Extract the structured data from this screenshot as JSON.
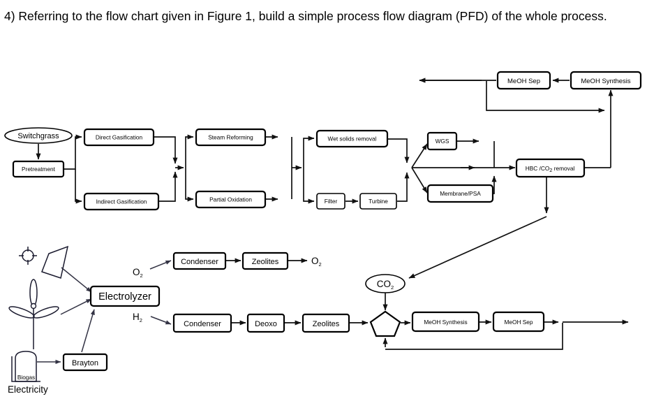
{
  "question": {
    "number": "4)",
    "text": "4) Referring to the flow chart given in Figure 1, build a simple process flow diagram (PFD) of the whole process."
  },
  "diagram": {
    "type": "process-flow-diagram",
    "title": "",
    "colors": {
      "background": "#ffffff",
      "stroke": "#000000",
      "icon_stroke": "#1a1a2e",
      "flow_line": "#111111"
    },
    "nodes": {
      "switchgrass": "Switchgrass",
      "pretreatment": "Pretreatment",
      "direct_gasification": "Direct Gasification",
      "indirect_gasification": "Indirect Gasification",
      "steam_reforming": "Steam Reforming",
      "partial_oxidation": "Partial Oxidation",
      "wet_solids_removal": "Wet solids removal",
      "filter": "Filter",
      "turbine": "Turbine",
      "wgs": "WGS",
      "membrane_psa": "Membrane/PSA",
      "hbc_co2_removal_part1": "HBC /CO",
      "hbc_co2_removal_sub": "2",
      "hbc_co2_removal_part2": "removal",
      "meoh_sep_top": "MeOH Sep",
      "meoh_synthesis_top": "MeOH Synthesis",
      "electrolyzer": "Electrolyzer",
      "brayton": "Brayton",
      "biogas": "Biogas",
      "electricity": "Electricity",
      "condenser_o2": "Condenser",
      "zeolites_o2": "Zeolites",
      "condenser_h2": "Condenser",
      "deoxo": "Deoxo",
      "zeolites_h2": "Zeolites",
      "meoh_synthesis_bottom": "MeOH Synthesis",
      "meoh_sep_bottom": "MeOH Sep"
    },
    "stream_labels": {
      "o2_in": "O",
      "o2_in_sub": "2",
      "o2_out": "O",
      "o2_out_sub": "2",
      "h2_in": "H",
      "h2_in_sub": "2",
      "co2": "CO",
      "co2_sub": "2"
    },
    "icons": {
      "sun": "sun-icon",
      "solar_panel": "solar-panel-icon",
      "wind_turbine": "wind-turbine-icon",
      "biogas_tank": "biogas-tank-icon",
      "mixer": "pentagon-mixer-icon"
    }
  }
}
